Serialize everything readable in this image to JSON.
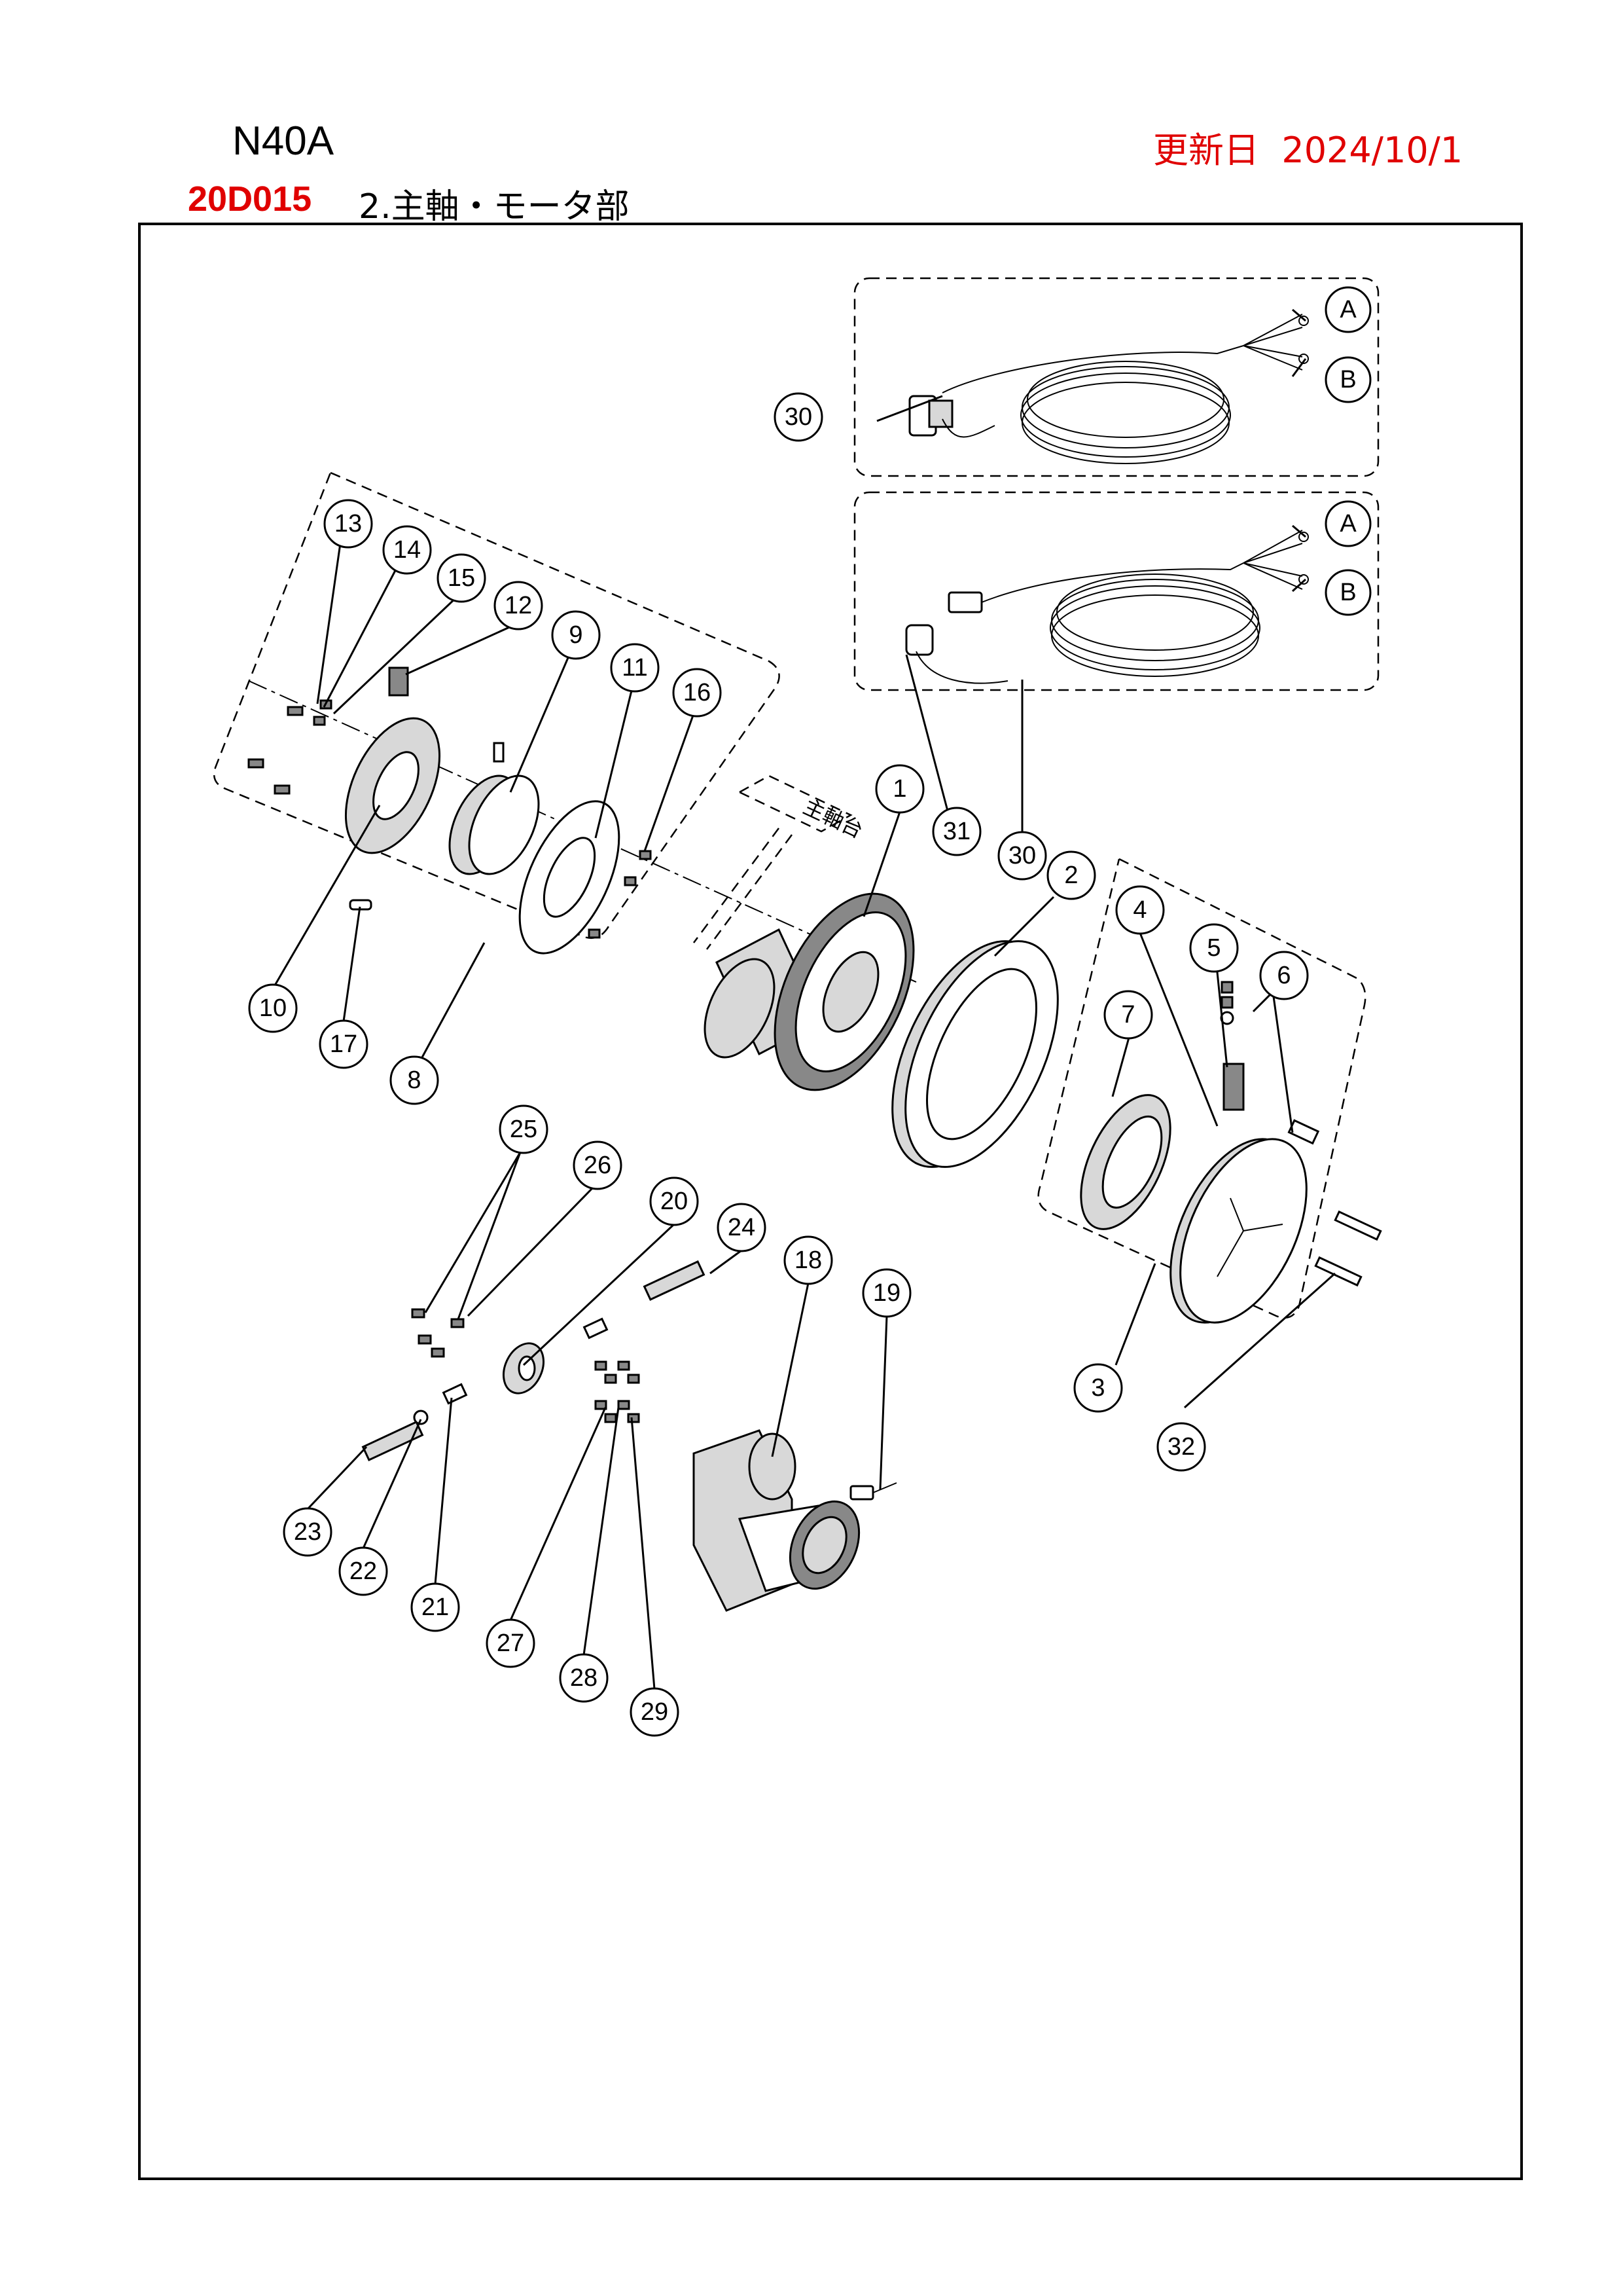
{
  "header": {
    "model": "N40A",
    "update_label": "更新日",
    "update_date": "2024/10/1",
    "code": "20D015",
    "title": "2.主軸・モータ部"
  },
  "diagram": {
    "spindle_head_label": "主軸台",
    "callouts": [
      "1",
      "2",
      "3",
      "4",
      "5",
      "6",
      "7",
      "8",
      "9",
      "10",
      "11",
      "12",
      "13",
      "14",
      "15",
      "16",
      "17",
      "18",
      "19",
      "20",
      "21",
      "22",
      "23",
      "24",
      "25",
      "26",
      "27",
      "28",
      "29",
      "30",
      "30",
      "31",
      "32"
    ],
    "cable_terminals": [
      "A",
      "B",
      "A",
      "B"
    ]
  }
}
